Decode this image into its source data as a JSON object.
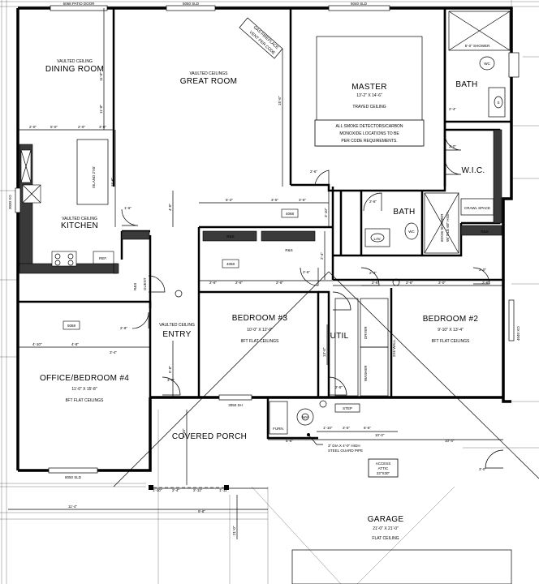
{
  "rooms": {
    "dining": {
      "ceiling": "VAULTED CEILING",
      "name": "DINING ROOM"
    },
    "great": {
      "ceiling": "VAULTED CEILINGS",
      "name": "GREAT ROOM"
    },
    "master": {
      "name": "MASTER",
      "size": "13'-2\" X 14'-6\"",
      "ceiling": "TRAYED CEILING"
    },
    "bath1": {
      "name": "BATH"
    },
    "bath2": {
      "name": "BATH"
    },
    "wic": {
      "name": "W.I.C."
    },
    "kitchen": {
      "ceiling": "VAULTED CEILING",
      "name": "KITCHEN"
    },
    "bedroom3": {
      "name": "BEDROOM #3",
      "size": "10'-0\" X 12'-0\"",
      "ceiling": "8FT FLAT CEILINGS"
    },
    "bedroom2": {
      "name": "BEDROOM #2",
      "size": "9'-10\" X 13'-4\"",
      "ceiling": "8FT FLAT CEILINGS"
    },
    "office": {
      "name": "OFFICE/BEDROOM #4",
      "size": "11'-0\" X 15'-8\"",
      "ceiling": "8FT FLAT CEILINGS"
    },
    "entry": {
      "ceiling": "VAULTED CEILING",
      "name": "ENTRY"
    },
    "util": {
      "name": "UTIL"
    },
    "porch": {
      "name": "COVERED PORCH"
    },
    "garage": {
      "name": "GARAGE",
      "size": "21'-0\" X 21'-0\"",
      "ceiling": "FLAT CEILING"
    }
  },
  "notes": {
    "smoke": [
      "ALL SMOKE DETECTORS/CARBON",
      "MONOXIDE LOCATIONS TO BE",
      "PER CODE REQUIREMENTS."
    ],
    "guard_pipe": [
      "3\" DIA X 4'-0\" HIGH",
      "STEEL GUARD PIPE"
    ],
    "attic": [
      "ACCESS",
      "ATTIC",
      "22\"X30\""
    ],
    "gas": [
      "GAS FIREPLACE",
      "VENT PER CODE"
    ],
    "shower": [
      "60X36 SHOWER",
      "W/ TILE 60\" HIGH"
    ]
  },
  "windows": {
    "patio": "6068 PATIO DOOR",
    "w5050": "5050 SLD",
    "w5040": "5040 SLD",
    "w3030": "3030 XO",
    "w8050": "8050 SLD",
    "w3050sh": "3050 SH",
    "w4040": "4040 XO",
    "w5068": "5068",
    "w4068": "4068",
    "w4068b": "4068"
  },
  "labels": {
    "shower": "5'-0\" SHOWER",
    "island": "ISLAND 2'X5'",
    "ref": "REF.",
    "guest": "GUEST",
    "rs": "R&S",
    "rs2": "R&S",
    "rs3": "R&S",
    "rs4": "R&S",
    "dryer": "DRYER",
    "washer": "WASHER",
    "furn": "FURN.",
    "wh": "WH",
    "wc": "WC",
    "wc2": "WC",
    "lav": "LAV.",
    "s": "S",
    "crawl": "CRAWL SPACE",
    "step": "STEP",
    "half_wall": "2X6 WALL"
  },
  "dims": {
    "d2_0a": "2'-0\"",
    "d5_0": "5'-0\"",
    "d2_0b": "2'-0\"",
    "d3_0": "3'-0\"",
    "d11_8": "11'-8\"",
    "d15_6": "15'-6\"",
    "d5_2": "5'-2\"",
    "d3_5": "3'-5\"",
    "d3_6": "3'-6\"",
    "d1_6": "1'-6\"",
    "d2_6a": "2'-6\"",
    "d2_6b": "2'-6\"",
    "d2_4": "2'-4\"",
    "d3_0b": "3'-0\"",
    "d2_6c": "2'-6\"",
    "d2_4b": "2'-4\"",
    "d2_6d": "2'-6\"",
    "d2_6e": "2'-6\"",
    "d2_6f": "2'-6\"",
    "d2_6g": "2'-6\"",
    "d2_6h": "2'-6\"",
    "d2_6i": "2'-6\"",
    "d3_0c": "3'-0\"",
    "d3_0d": "3'-0\"",
    "d2_8": "2'-8\"",
    "d5_6": "5'-6\"",
    "d6_6": "6'-6\"",
    "d10_4": "10'-4\"",
    "d7_10": "7'-10\"",
    "d2_4c": "2'-4\"",
    "d2_11": "2'-11\"",
    "d1_11": "1'-11\"",
    "d9_8": "9'-8\"",
    "d11_4": "11'-4\"",
    "d21_0": "21'-0\"",
    "d4_10": "4'-10\"",
    "d4_8": "4'-8\"",
    "d3_4": "3'-4\"",
    "d2_8b": "2'-8\"",
    "d3_0e": "3'-0\"",
    "d5_8": "5'-8\"",
    "d10_0": "10'-0\"",
    "d1_10": "1'-10\"",
    "d3_5b": "3'-5\"",
    "d3_0f": "3'-0\"",
    "d2_4d": "2'-4\"",
    "d4_0": "4'-0\"",
    "d11_8b": "11'-8\"",
    "d11_6": "11'-6\"",
    "d13_0": "13'-0\"",
    "d3_10": "3'-10\""
  }
}
